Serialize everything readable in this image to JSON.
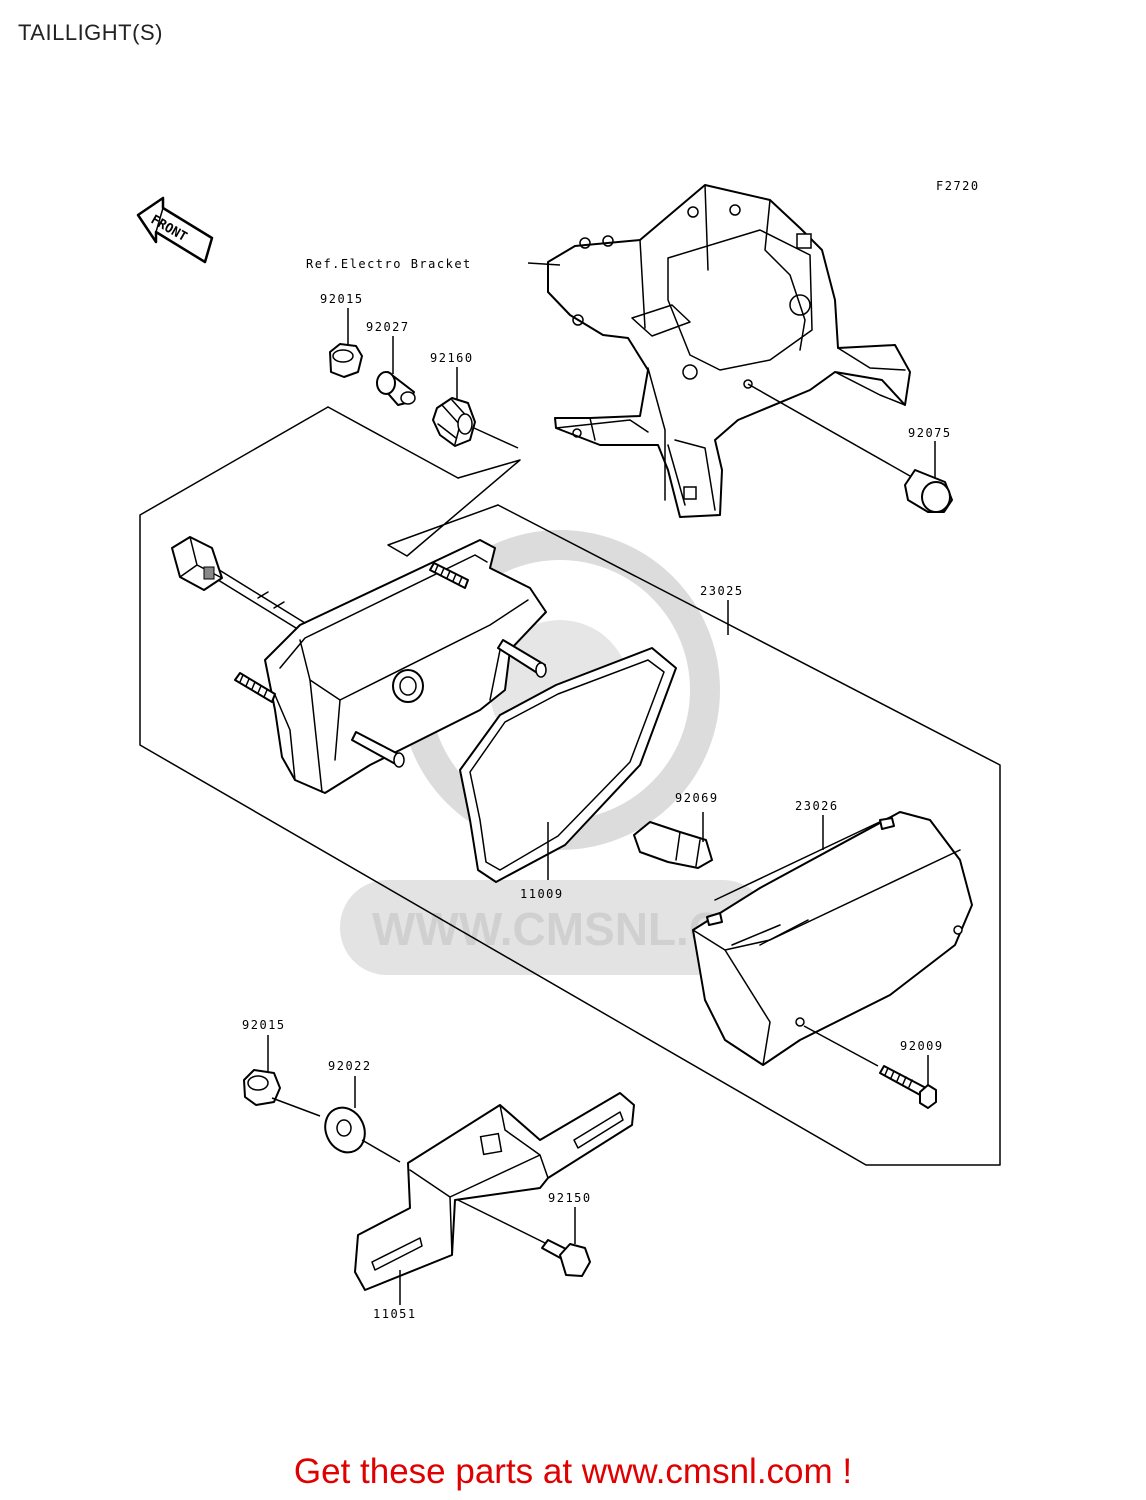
{
  "title": "TAILLIGHT(S)",
  "figure_code": "F2720",
  "front_label": "FRONT",
  "reference_label": "Ref.Electro Bracket",
  "part_labels": {
    "p92015_top": "92015",
    "p92027": "92027",
    "p92160": "92160",
    "p92075": "92075",
    "p23025": "23025",
    "p92069": "92069",
    "p23026": "23026",
    "p11009": "11009",
    "p92015_bottom": "92015",
    "p92022": "92022",
    "p92009": "92009",
    "p92150": "92150",
    "p11051": "11051"
  },
  "watermark": "WWW.CMSNL.COM",
  "footer_text": "Get these parts at www.cmsnl.com !",
  "colors": {
    "footer": "#e00000",
    "watermark": "#d0d0d0",
    "line": "#000000"
  }
}
